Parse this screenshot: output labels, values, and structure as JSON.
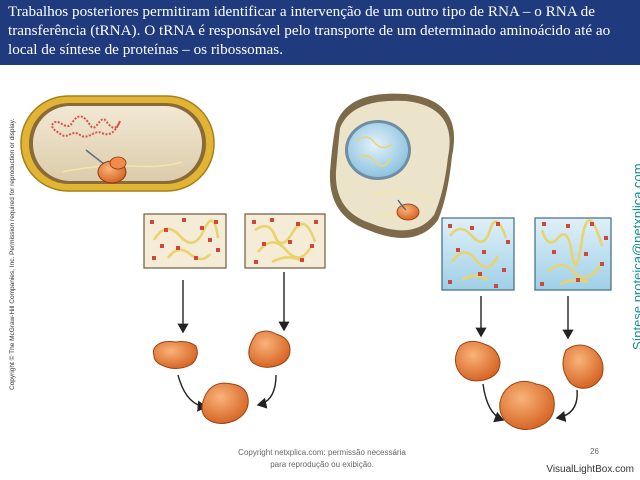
{
  "banner": {
    "text": "Trabalhos posteriores permitiram identificar a intervenção de um outro tipo de RNA – o RNA de transferência (tRNA). O tRNA é responsável pelo transporte de um determinado aminoácido até ao local de síntese de proteínas – os ribossomas."
  },
  "side_copyright": "Copyright © The McGraw-Hill Companies, Inc. Permission required for reproduction or display.",
  "side_site": "Síntese proteica@netxplica.com",
  "footer": {
    "note": "Copyright netxplica.com: permissão necessária para reprodução ou exibição.",
    "page_number": "26"
  },
  "watermark": "VisualLightBox.com",
  "colors": {
    "banner_bg": "#1f3a7d",
    "site_text": "#138f86",
    "cell_wall": "#e4b636",
    "cytoplasm": "#eadfc6",
    "nucleus": "#b8dcf0",
    "ribosome": "#e87f3e",
    "amino_acid": "#d0463a",
    "mrna_strand": "#f2dc7c"
  }
}
